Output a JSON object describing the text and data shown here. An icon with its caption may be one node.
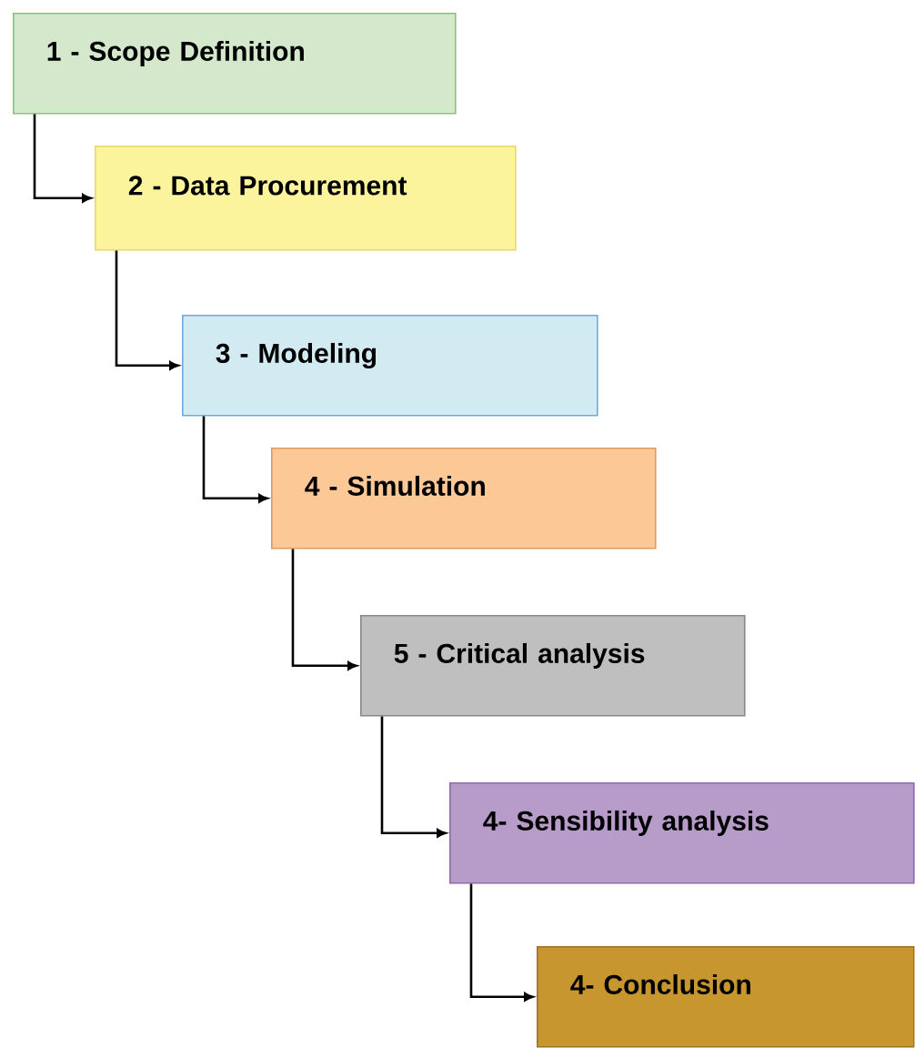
{
  "diagram": {
    "nodes": [
      {
        "text": [
          "1 - Scope Definition"
        ]
      },
      {
        "text": [
          "2 - Data Procurement"
        ]
      },
      {
        "text": [
          "3 - Modeling"
        ]
      },
      {
        "text": [
          "4 - Simulation"
        ]
      },
      {
        "text": [
          "5 - Critical analysis"
        ]
      },
      {
        "text": [
          "4- Sensibility analysis"
        ]
      },
      {
        "text": [
          "4- Conclusion"
        ]
      }
    ],
    "edges": [
      {
        "from": 0,
        "to": 1,
        "arrow": "to"
      },
      {
        "from": 1,
        "to": 2,
        "arrow": "to"
      },
      {
        "from": 2,
        "to": 3,
        "arrow": "to"
      },
      {
        "from": 3,
        "to": 4,
        "arrow": "to"
      },
      {
        "from": 4,
        "to": 5,
        "arrow": "to"
      },
      {
        "from": 5,
        "to": 6,
        "arrow": "to"
      }
    ]
  }
}
